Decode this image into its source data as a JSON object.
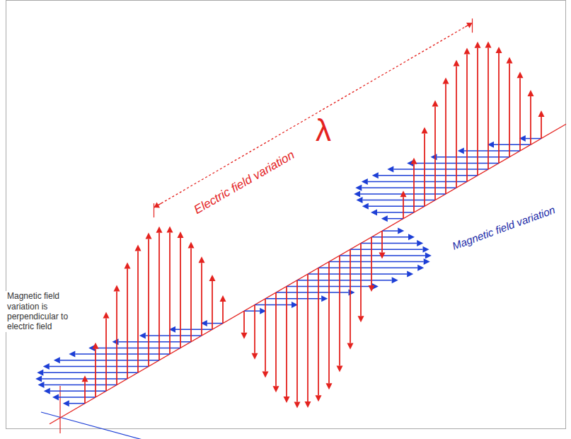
{
  "diagram": {
    "labels": [
      "λ",
      "Electric field variation",
      "Magnetic field variation",
      "Magnetic field variation is perpendicular to electric field"
    ]
  }
}
